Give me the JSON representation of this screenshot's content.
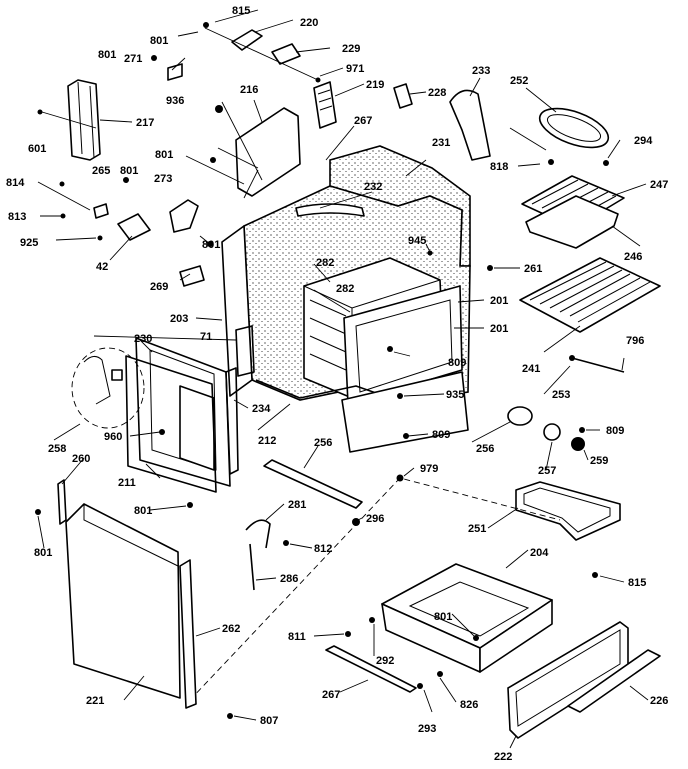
{
  "labels": [
    {
      "id": "815a",
      "text": "815"
    },
    {
      "id": "220",
      "text": "220"
    },
    {
      "id": "801a",
      "text": "801"
    },
    {
      "id": "801b",
      "text": "801"
    },
    {
      "id": "229",
      "text": "229"
    },
    {
      "id": "271",
      "text": "271"
    },
    {
      "id": "971",
      "text": "971"
    },
    {
      "id": "936",
      "text": "936"
    },
    {
      "id": "216",
      "text": "216"
    },
    {
      "id": "219",
      "text": "219"
    },
    {
      "id": "228",
      "text": "228"
    },
    {
      "id": "233",
      "text": "233"
    },
    {
      "id": "252",
      "text": "252"
    },
    {
      "id": "601",
      "text": "601"
    },
    {
      "id": "217",
      "text": "217"
    },
    {
      "id": "267",
      "text": "267"
    },
    {
      "id": "294",
      "text": "294"
    },
    {
      "id": "801c",
      "text": "801"
    },
    {
      "id": "231",
      "text": "231"
    },
    {
      "id": "818",
      "text": "818"
    },
    {
      "id": "814",
      "text": "814"
    },
    {
      "id": "265",
      "text": "265"
    },
    {
      "id": "801d",
      "text": "801"
    },
    {
      "id": "273",
      "text": "273"
    },
    {
      "id": "232",
      "text": "232"
    },
    {
      "id": "247",
      "text": "247"
    },
    {
      "id": "813",
      "text": "813"
    },
    {
      "id": "925",
      "text": "925"
    },
    {
      "id": "42",
      "text": "42"
    },
    {
      "id": "801e",
      "text": "801"
    },
    {
      "id": "945",
      "text": "945"
    },
    {
      "id": "246",
      "text": "246"
    },
    {
      "id": "282a",
      "text": "282"
    },
    {
      "id": "261",
      "text": "261"
    },
    {
      "id": "269",
      "text": "269"
    },
    {
      "id": "282b",
      "text": "282"
    },
    {
      "id": "201a",
      "text": "201"
    },
    {
      "id": "203",
      "text": "203"
    },
    {
      "id": "201b",
      "text": "201"
    },
    {
      "id": "71",
      "text": "71"
    },
    {
      "id": "241",
      "text": "241"
    },
    {
      "id": "796",
      "text": "796"
    },
    {
      "id": "230",
      "text": "230"
    },
    {
      "id": "809a",
      "text": "809"
    },
    {
      "id": "253",
      "text": "253"
    },
    {
      "id": "935",
      "text": "935"
    },
    {
      "id": "234",
      "text": "234"
    },
    {
      "id": "809b",
      "text": "809"
    },
    {
      "id": "809c",
      "text": "809"
    },
    {
      "id": "258",
      "text": "258"
    },
    {
      "id": "960",
      "text": "960"
    },
    {
      "id": "212",
      "text": "212"
    },
    {
      "id": "256a",
      "text": "256"
    },
    {
      "id": "256b",
      "text": "256"
    },
    {
      "id": "259",
      "text": "259"
    },
    {
      "id": "257",
      "text": "257"
    },
    {
      "id": "260",
      "text": "260"
    },
    {
      "id": "979",
      "text": "979"
    },
    {
      "id": "211",
      "text": "211"
    },
    {
      "id": "801f",
      "text": "801"
    },
    {
      "id": "281",
      "text": "281"
    },
    {
      "id": "296",
      "text": "296"
    },
    {
      "id": "251",
      "text": "251"
    },
    {
      "id": "801g",
      "text": "801"
    },
    {
      "id": "812",
      "text": "812"
    },
    {
      "id": "204",
      "text": "204"
    },
    {
      "id": "286",
      "text": "286"
    },
    {
      "id": "815b",
      "text": "815"
    },
    {
      "id": "801h",
      "text": "801"
    },
    {
      "id": "262",
      "text": "262"
    },
    {
      "id": "811",
      "text": "811"
    },
    {
      "id": "292",
      "text": "292"
    },
    {
      "id": "221",
      "text": "221"
    },
    {
      "id": "267b",
      "text": "267"
    },
    {
      "id": "826",
      "text": "826"
    },
    {
      "id": "226",
      "text": "226"
    },
    {
      "id": "293",
      "text": "293"
    },
    {
      "id": "807",
      "text": "807"
    },
    {
      "id": "222",
      "text": "222"
    }
  ]
}
